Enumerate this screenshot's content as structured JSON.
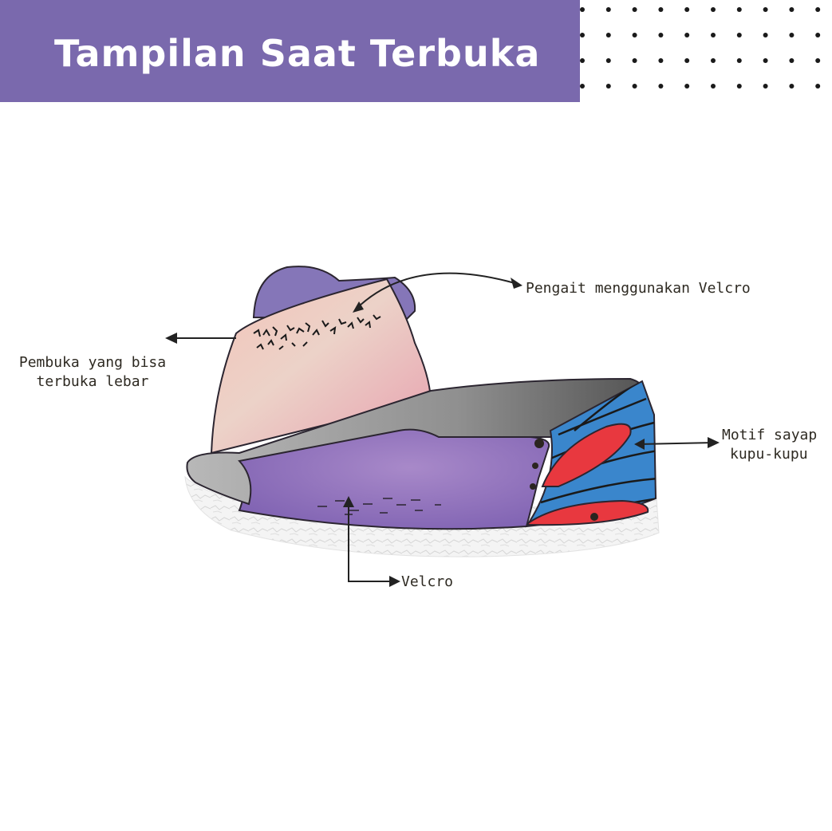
{
  "header": {
    "title": "Tampilan Saat Terbuka",
    "band_color": "#7a69ad"
  },
  "callouts": {
    "closure": "Pengait menggunakan Velcro",
    "opening_line1": "Pembuka yang bisa",
    "opening_line2": "terbuka lebar",
    "motif_line1": "Motif sayap",
    "motif_line2": "kupu-kupu",
    "velcro": "Velcro"
  },
  "colors": {
    "upper_purple": "#9a7bc2",
    "tongue_pink": "#e9b6b0",
    "lining_gray": "#8c8c8c",
    "wing_blue": "#3a86cc",
    "wing_red": "#e8383f",
    "sole_white": "#f2f2f2"
  }
}
